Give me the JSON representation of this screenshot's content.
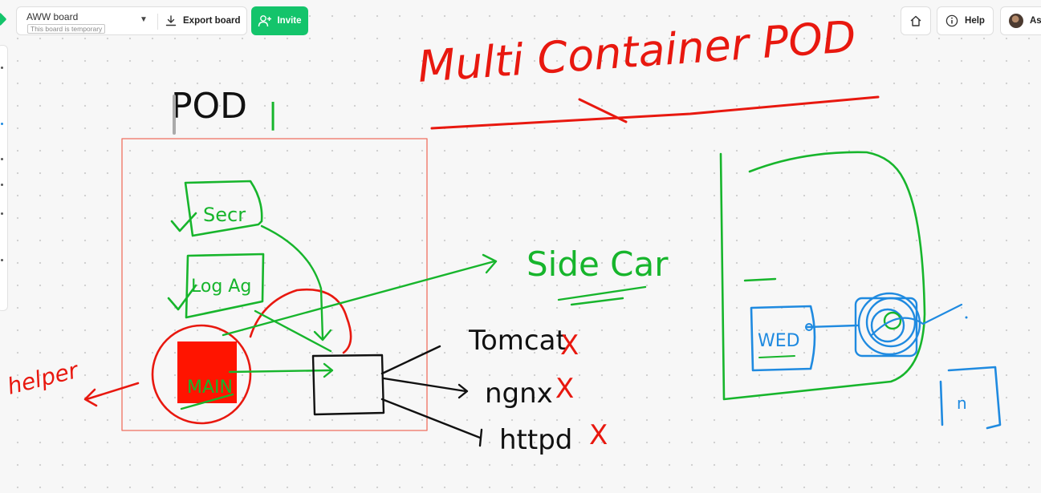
{
  "board": {
    "name": "AWW board",
    "temporary_label": "This board is temporary",
    "export_label": "Export board",
    "invite_label": "Invite"
  },
  "header": {
    "help_label": "Help",
    "user_name": "Ash"
  },
  "icons": {
    "dropdown": "chevron-down-icon",
    "export": "download-icon",
    "invite": "add-user-icon",
    "home": "home-icon",
    "help": "info-icon"
  },
  "colors": {
    "accent": "#14c46b",
    "ink_red": "#e8180f",
    "ink_green": "#17b52c",
    "ink_blue": "#1f8ae0",
    "ink_black": "#111111"
  },
  "sketch": {
    "title": "Multi Container POD",
    "pod_label": "POD",
    "pod_mark": "|",
    "box_secret": "Secr",
    "box_logging": "Log Ag",
    "box_main": "MAIN",
    "sidecar_label": "Side Car",
    "helper_label": "helper",
    "server_tomcat": "Tomcat",
    "server_nginx": "ngnx",
    "server_httpd": "httpd",
    "cross_mark": "X",
    "web_label": "WED",
    "node_label": "n"
  }
}
